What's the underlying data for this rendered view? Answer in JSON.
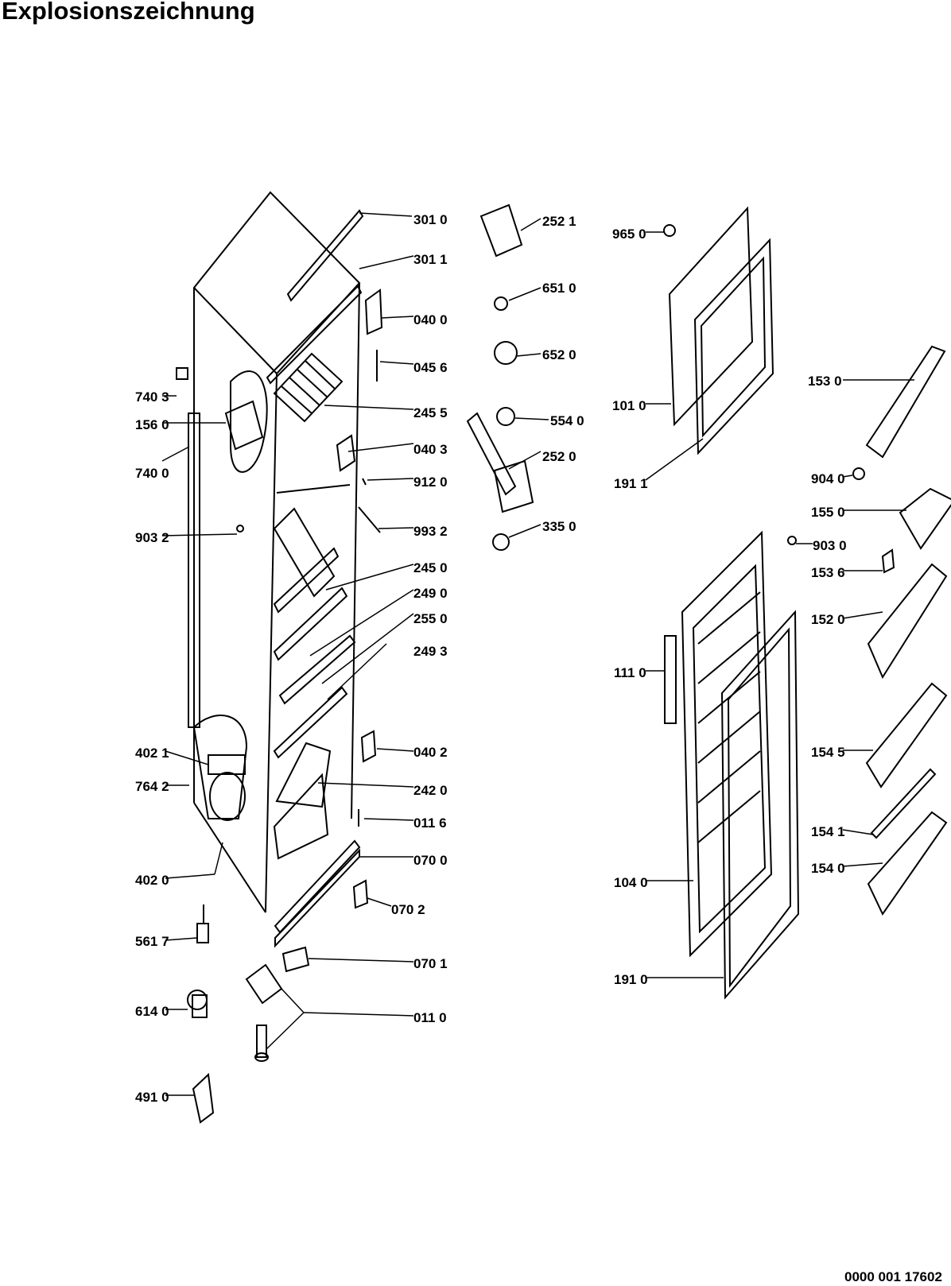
{
  "title": "Explosionszeichnung",
  "drawing_number": "0000 001 17602",
  "parts": [
    {
      "id": "p3010",
      "label": "301 0"
    },
    {
      "id": "p3011",
      "label": "301 1"
    },
    {
      "id": "p0400",
      "label": "040 0"
    },
    {
      "id": "p0456",
      "label": "045 6"
    },
    {
      "id": "p2455",
      "label": "245 5"
    },
    {
      "id": "p0403",
      "label": "040 3"
    },
    {
      "id": "p9120",
      "label": "912 0"
    },
    {
      "id": "p9932",
      "label": "993 2"
    },
    {
      "id": "p2450",
      "label": "245 0"
    },
    {
      "id": "p2490",
      "label": "249 0"
    },
    {
      "id": "p2550",
      "label": "255 0"
    },
    {
      "id": "p2493",
      "label": "249 3"
    },
    {
      "id": "p0402",
      "label": "040 2"
    },
    {
      "id": "p2420",
      "label": "242 0"
    },
    {
      "id": "p0116",
      "label": "011 6"
    },
    {
      "id": "p0700",
      "label": "070 0"
    },
    {
      "id": "p0702",
      "label": "070 2"
    },
    {
      "id": "p0701",
      "label": "070 1"
    },
    {
      "id": "p0110",
      "label": "011 0"
    },
    {
      "id": "p7403",
      "label": "740 3"
    },
    {
      "id": "p1560",
      "label": "156 0"
    },
    {
      "id": "p7400",
      "label": "740 0"
    },
    {
      "id": "p9032",
      "label": "903 2"
    },
    {
      "id": "p4021",
      "label": "402 1"
    },
    {
      "id": "p7642",
      "label": "764 2"
    },
    {
      "id": "p4020",
      "label": "402 0"
    },
    {
      "id": "p5617",
      "label": "561 7"
    },
    {
      "id": "p6140",
      "label": "614 0"
    },
    {
      "id": "p4910",
      "label": "491 0"
    },
    {
      "id": "p2521",
      "label": "252 1"
    },
    {
      "id": "p6510",
      "label": "651 0"
    },
    {
      "id": "p6520",
      "label": "652 0"
    },
    {
      "id": "p5540",
      "label": "554 0"
    },
    {
      "id": "p2520",
      "label": "252 0"
    },
    {
      "id": "p3350",
      "label": "335 0"
    },
    {
      "id": "p9650",
      "label": "965 0"
    },
    {
      "id": "p1010",
      "label": "101 0"
    },
    {
      "id": "p1911",
      "label": "191 1"
    },
    {
      "id": "p1110",
      "label": "111 0"
    },
    {
      "id": "p1040",
      "label": "104 0"
    },
    {
      "id": "p1910",
      "label": "191 0"
    },
    {
      "id": "p1530",
      "label": "153 0"
    },
    {
      "id": "p9040",
      "label": "904 0"
    },
    {
      "id": "p1550",
      "label": "155 0"
    },
    {
      "id": "p9030",
      "label": "903 0"
    },
    {
      "id": "p1536",
      "label": "153 6"
    },
    {
      "id": "p1520",
      "label": "152 0"
    },
    {
      "id": "p1545",
      "label": "154 5"
    },
    {
      "id": "p1541",
      "label": "154 1"
    },
    {
      "id": "p1540",
      "label": "154 0"
    }
  ]
}
